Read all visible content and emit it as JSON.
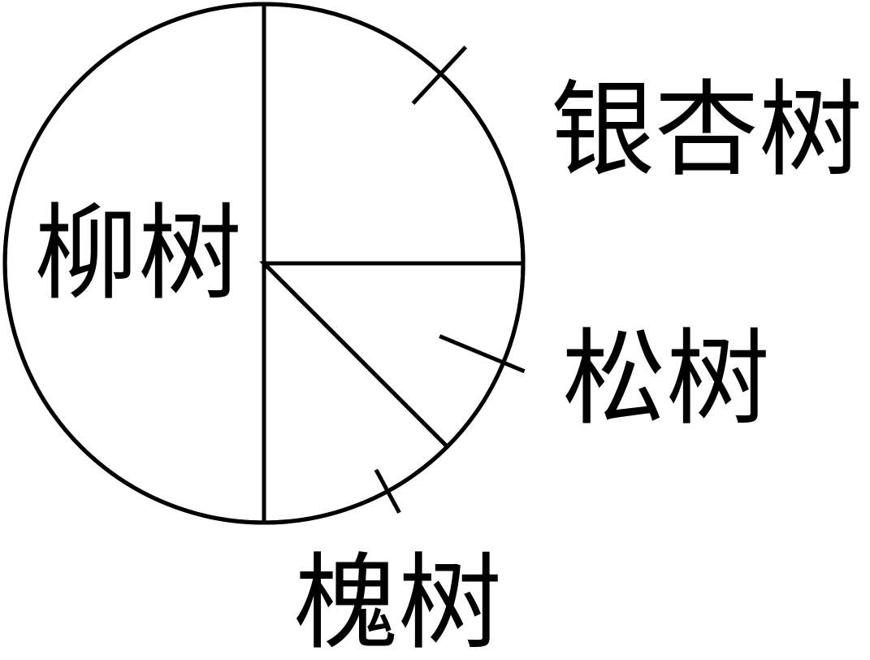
{
  "chart_data": {
    "type": "pie",
    "categories": [
      "柳树",
      "银杏树",
      "松树",
      "槐树"
    ],
    "values": [
      50,
      25,
      12.5,
      12.5
    ],
    "unit": "%",
    "start": "bottom",
    "direction": "clockwise",
    "stroke_color": "#000000",
    "fill_color": "#ffffff",
    "legend": "none",
    "label_style": "inside for the largest slice, outside with leader lines for the others"
  }
}
